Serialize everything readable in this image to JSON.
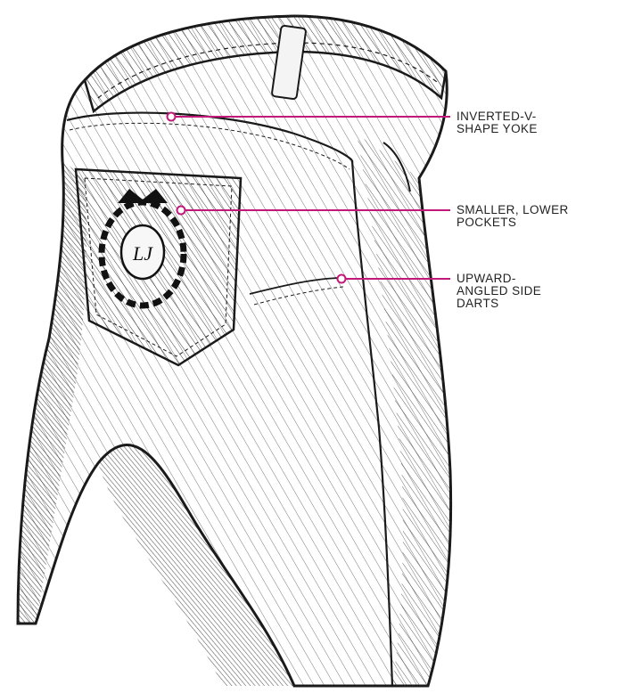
{
  "accent_color": "#c2187a",
  "illustration": {
    "crest_monogram": "LJ"
  },
  "callouts": [
    {
      "id": "yoke",
      "lines": [
        "INVERTED-V-",
        "SHAPE YOKE"
      ]
    },
    {
      "id": "pockets",
      "lines": [
        "SMALLER, LOWER",
        "POCKETS"
      ]
    },
    {
      "id": "darts",
      "lines": [
        "UPWARD-",
        "ANGLED SIDE",
        "DARTS"
      ]
    }
  ]
}
